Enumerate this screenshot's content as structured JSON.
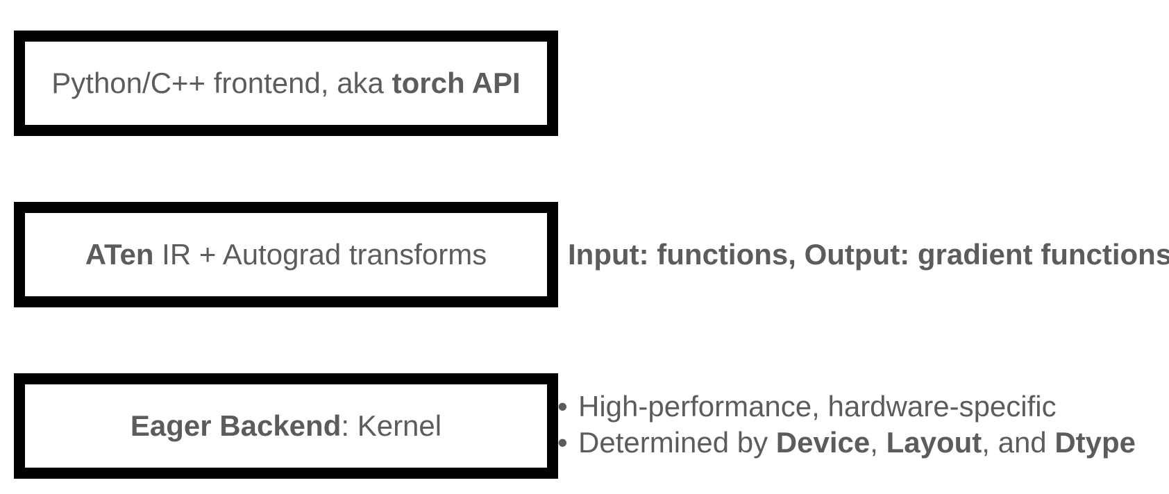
{
  "layers": [
    {
      "id": "frontend",
      "parts": [
        {
          "text": "Python/C++ frontend, aka ",
          "bold": false
        },
        {
          "text": "torch API",
          "bold": true
        }
      ]
    },
    {
      "id": "aten",
      "parts": [
        {
          "text": "ATen",
          "bold": true
        },
        {
          "text": " IR + Autograd transforms",
          "bold": false
        }
      ]
    },
    {
      "id": "backend",
      "parts": [
        {
          "text": "Eager Backend",
          "bold": true
        },
        {
          "text": ": Kernel",
          "bold": false
        }
      ]
    }
  ],
  "aten_note": "Input: functions, Output: gradient functions",
  "backend_notes": {
    "bullet_glyph": "•",
    "line1": "High-performance, hardware-specific",
    "line2_parts": [
      {
        "text": "Determined by ",
        "bold": false
      },
      {
        "text": "Device",
        "bold": true
      },
      {
        "text": ", ",
        "bold": false
      },
      {
        "text": "Layout",
        "bold": true
      },
      {
        "text": ", and ",
        "bold": false
      },
      {
        "text": "Dtype",
        "bold": true
      }
    ]
  },
  "colors": {
    "text": "#5c5c5c",
    "border": "#000000",
    "background": "#ffffff"
  }
}
